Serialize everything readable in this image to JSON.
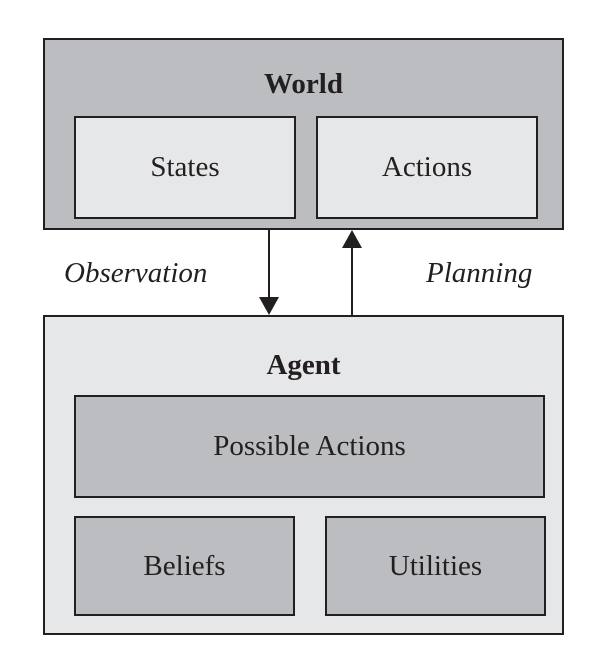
{
  "world": {
    "title": "World",
    "states_label": "States",
    "actions_label": "Actions"
  },
  "agent": {
    "title": "Agent",
    "possible_actions_label": "Possible Actions",
    "beliefs_label": "Beliefs",
    "utilities_label": "Utilities"
  },
  "edges": {
    "observation_label": "Observation",
    "planning_label": "Planning"
  },
  "colors": {
    "dark_fill": "#bcbdc0",
    "light_fill": "#e6e7e8",
    "stroke": "#231f20"
  }
}
